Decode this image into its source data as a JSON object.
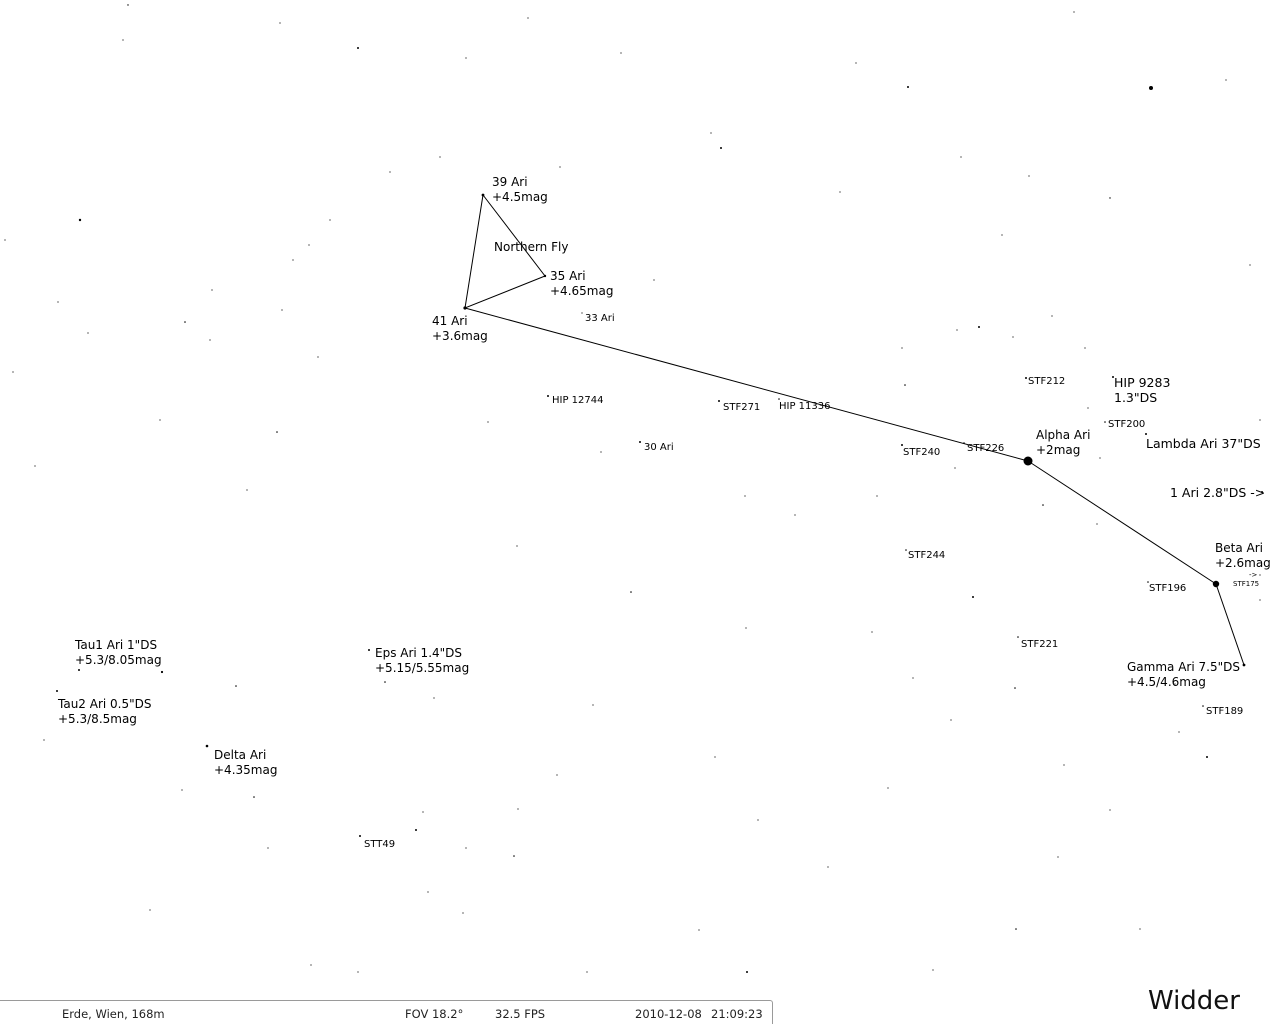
{
  "sky": {
    "constellation_name": "Widder",
    "asterism_label": "Northern Fly",
    "labels": {
      "ari39_name": "39 Ari",
      "ari39_mag": "+4.5mag",
      "ari35_name": "35 Ari",
      "ari35_mag": "+4.65mag",
      "ari41_name": "41 Ari",
      "ari41_mag": "+3.6mag",
      "ari33": "33 Ari",
      "hip12744": "HIP 12744",
      "stf271": "STF271",
      "hip11336": "HIP 11336",
      "ari30": "30 Ari",
      "stf240": "STF240",
      "stf226": "STF226",
      "alpha_name": "Alpha Ari",
      "alpha_mag": "+2mag",
      "stf212": "STF212",
      "hip9283_name": "HIP 9283",
      "hip9283_sep": "1.3\"DS",
      "stf200": "STF200",
      "lambda": "Lambda Ari 37\"DS",
      "ari1": "1 Ari 2.8\"DS ->",
      "beta_name": "Beta Ari",
      "beta_mag": "+2.6mag",
      "stf175_arrow": "->",
      "stf175": "STF175",
      "stf196": "STF196",
      "stf244": "STF244",
      "stf221": "STF221",
      "gamma_name": "Gamma Ari 7.5\"DS",
      "gamma_mag": "+4.5/4.6mag",
      "stf189": "STF189",
      "tau1_name": "Tau1 Ari 1\"DS",
      "tau1_mag": "+5.3/8.05mag",
      "tau2_name": "Tau2 Ari 0.5\"DS",
      "tau2_mag": "+5.3/8.5mag",
      "eps_name": "Eps Ari 1.4\"DS",
      "eps_mag": "+5.15/5.55mag",
      "delta_name": "Delta Ari",
      "delta_mag": "+4.35mag",
      "stt49": "STT49"
    }
  },
  "status_bar": {
    "location": "Erde, Wien, 168m",
    "fov": "FOV 18.2°",
    "fps": "32.5 FPS",
    "date": "2010-12-08",
    "time": "21:09:23"
  },
  "colors": {
    "background": "#ffffff",
    "foreground": "#000000",
    "status_border": "#9a9a9a"
  }
}
